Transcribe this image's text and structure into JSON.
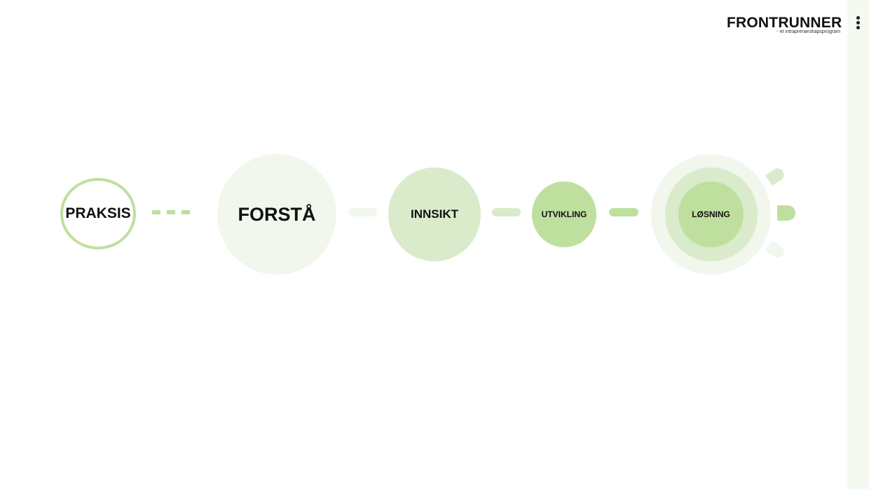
{
  "brand": {
    "name": "FRONTRUNNER",
    "tagline": "- et intraprenørskapsprogram"
  },
  "menu_icon": "more-vertical-icon",
  "steps": [
    {
      "label": "PRAKSIS"
    },
    {
      "label": "FORSTÅ"
    },
    {
      "label": "INNSIKT"
    },
    {
      "label": "UTVIKLING"
    },
    {
      "label": "LØSNING"
    }
  ],
  "colors": {
    "light": "#f1f7ec",
    "mid": "#d9ebcb",
    "strong": "#bfdf9f"
  }
}
